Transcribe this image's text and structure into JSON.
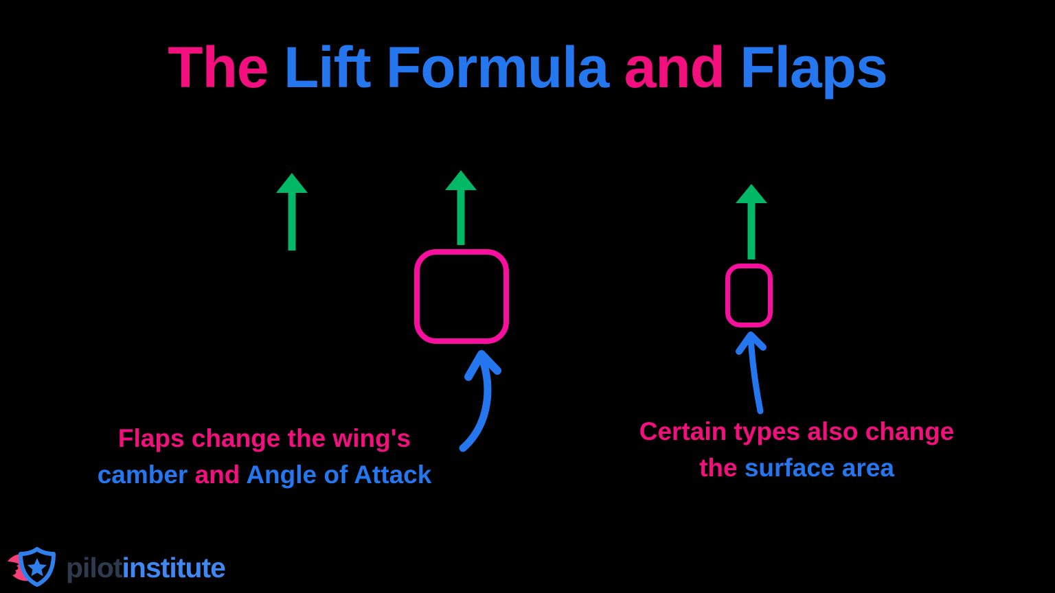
{
  "colors": {
    "background": "#000000",
    "pink_text": "#f3107e",
    "blue_text": "#2577f0",
    "green_arrow": "#00b865",
    "pink_box_stroke": "#f80f9d",
    "blue_annotation_arrow": "#2577f0",
    "logo_navy": "#2e3a4e",
    "logo_blue": "#3f87f2",
    "logo_wing_pink": "#f43f78"
  },
  "title": {
    "segments": [
      {
        "text": "The ",
        "color": "pink"
      },
      {
        "text": "Lift Formula ",
        "color": "blue"
      },
      {
        "text": "and ",
        "color": "pink"
      },
      {
        "text": "Flaps",
        "color": "blue"
      }
    ]
  },
  "diagram": {
    "elements": [
      {
        "name": "lift-arrow-left",
        "type": "green-up-arrow"
      },
      {
        "name": "lift-arrow-middle",
        "type": "green-up-arrow"
      },
      {
        "name": "lift-arrow-right",
        "type": "green-up-arrow"
      },
      {
        "name": "flap-box-large",
        "type": "pink-rounded-outline-box"
      },
      {
        "name": "flap-box-small",
        "type": "pink-rounded-outline-box"
      },
      {
        "name": "camber-annotation-arrow",
        "type": "blue-curved-arrow"
      },
      {
        "name": "surface-annotation-arrow",
        "type": "blue-curved-arrow"
      }
    ]
  },
  "annotations": {
    "left": {
      "line1": {
        "segments": [
          {
            "text": "Flaps change the wing's",
            "color": "pink"
          }
        ]
      },
      "line2": {
        "segments": [
          {
            "text": "camber ",
            "color": "blue"
          },
          {
            "text": "and ",
            "color": "pink"
          },
          {
            "text": "Angle of Attack",
            "color": "blue"
          }
        ]
      }
    },
    "right": {
      "line1": {
        "segments": [
          {
            "text": "Certain types also change",
            "color": "pink"
          }
        ]
      },
      "line2": {
        "segments": [
          {
            "text": "the ",
            "color": "pink"
          },
          {
            "text": "surface area",
            "color": "blue"
          }
        ]
      }
    }
  },
  "logo": {
    "icon": "winged-shield-star",
    "brand_part1": "pilot",
    "brand_part2": "institute"
  }
}
